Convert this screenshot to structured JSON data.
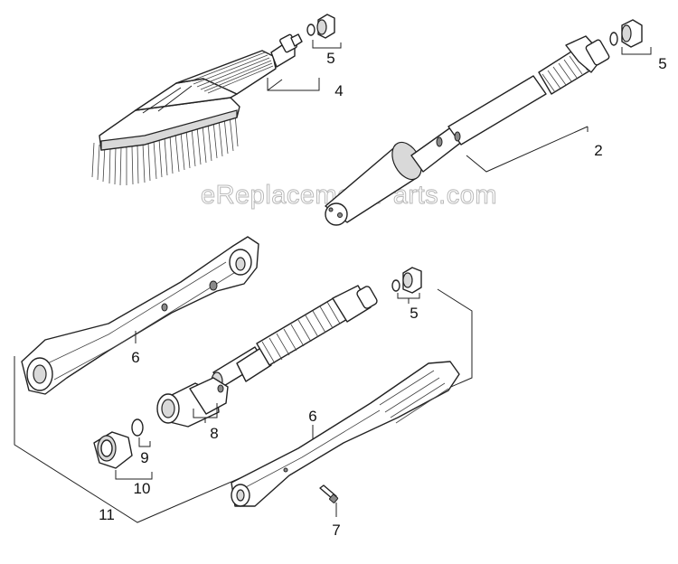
{
  "watermark": "eReplacementParts.com",
  "callouts": {
    "c5_brush": "5",
    "c4": "4",
    "c5_tube": "5",
    "c2": "2",
    "c5_lance": "5",
    "c6_upper": "6",
    "c8": "8",
    "c9": "9",
    "c10": "10",
    "c6_lower": "6",
    "c7": "7",
    "c11": "11"
  }
}
